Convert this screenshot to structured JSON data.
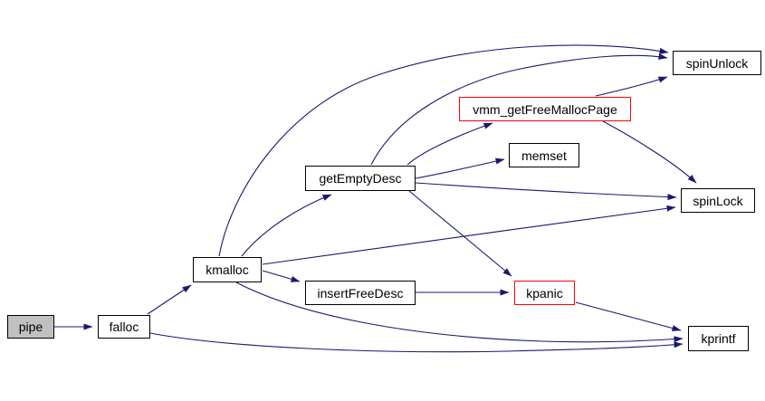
{
  "diagram": {
    "kind": "function-call-graph",
    "nodes": [
      {
        "id": "pipe",
        "label": "pipe",
        "style": "root"
      },
      {
        "id": "falloc",
        "label": "falloc",
        "style": "normal"
      },
      {
        "id": "kmalloc",
        "label": "kmalloc",
        "style": "normal"
      },
      {
        "id": "insertFreeDesc",
        "label": "insertFreeDesc",
        "style": "normal"
      },
      {
        "id": "getEmptyDesc",
        "label": "getEmptyDesc",
        "style": "normal"
      },
      {
        "id": "vmm_getFreeMallocPage",
        "label": "vmm_getFreeMallocPage",
        "style": "red"
      },
      {
        "id": "memset",
        "label": "memset",
        "style": "normal"
      },
      {
        "id": "spinUnlock",
        "label": "spinUnlock",
        "style": "normal"
      },
      {
        "id": "spinLock",
        "label": "spinLock",
        "style": "normal"
      },
      {
        "id": "kpanic",
        "label": "kpanic",
        "style": "red"
      },
      {
        "id": "kprintf",
        "label": "kprintf",
        "style": "normal"
      }
    ],
    "edges": [
      {
        "from": "pipe",
        "to": "falloc"
      },
      {
        "from": "falloc",
        "to": "kmalloc"
      },
      {
        "from": "falloc",
        "to": "kprintf"
      },
      {
        "from": "kmalloc",
        "to": "getEmptyDesc"
      },
      {
        "from": "kmalloc",
        "to": "insertFreeDesc"
      },
      {
        "from": "kmalloc",
        "to": "spinUnlock"
      },
      {
        "from": "kmalloc",
        "to": "spinLock"
      },
      {
        "from": "kmalloc",
        "to": "kprintf"
      },
      {
        "from": "getEmptyDesc",
        "to": "vmm_getFreeMallocPage"
      },
      {
        "from": "getEmptyDesc",
        "to": "memset"
      },
      {
        "from": "getEmptyDesc",
        "to": "spinLock"
      },
      {
        "from": "getEmptyDesc",
        "to": "kpanic"
      },
      {
        "from": "getEmptyDesc",
        "to": "spinUnlock"
      },
      {
        "from": "insertFreeDesc",
        "to": "kpanic"
      },
      {
        "from": "vmm_getFreeMallocPage",
        "to": "spinUnlock"
      },
      {
        "from": "vmm_getFreeMallocPage",
        "to": "spinLock"
      },
      {
        "from": "kpanic",
        "to": "kprintf"
      }
    ],
    "colors": {
      "edge": "#191970",
      "node_border": "#000000",
      "red_border": "#ff0000",
      "root_fill": "#c0c0c0",
      "node_fill": "#ffffff",
      "background": "#ffffff",
      "text": "#000000"
    }
  }
}
